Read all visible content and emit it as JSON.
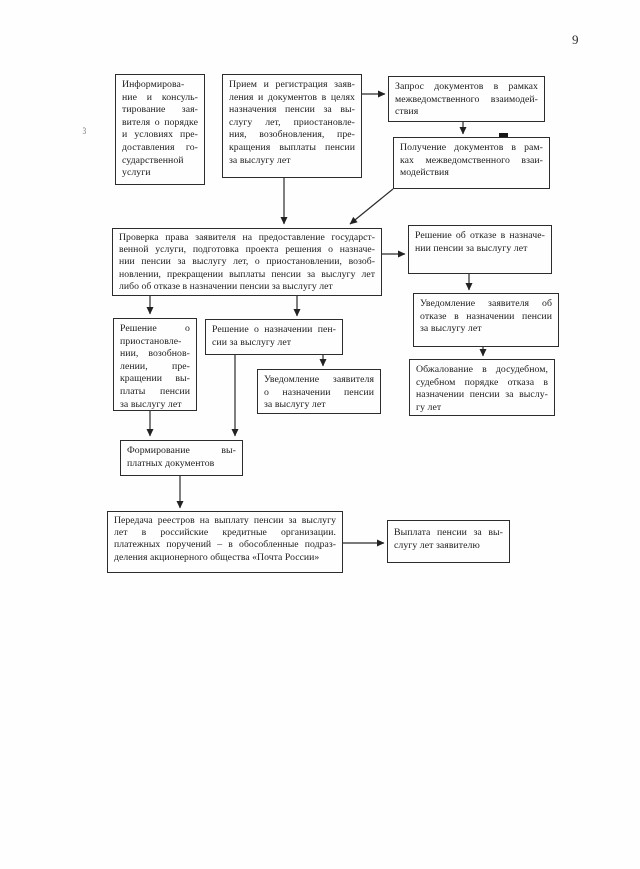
{
  "page": {
    "number": "9",
    "margin_mark": "3"
  },
  "colors": {
    "background": "#fffefe",
    "ink": "#1c1c1c",
    "line": "#2b2b2b"
  },
  "flowchart": {
    "nodes": {
      "informing": {
        "text": "Информирова-\nние и консуль-\nтирование зая-\nвителя о порядке\nи условиях пре-\nдоставления го-\nсударственной\nуслуги"
      },
      "intake": {
        "text": "Прием и регистрация заяв-\nления и документов в целях\nназначения пенсии за вы-\nслугу лет, приостановле-\nния, возобновления, пре-\nкращения выплаты пенсии\nза выслугу лет"
      },
      "request": {
        "text": "Запрос документов в рамках\nмежведомственного взаимодей-\nствия"
      },
      "receive": {
        "text": "Получение документов в рам-\nках межведомственного взаи-\nмодействия"
      },
      "review": {
        "text": "Проверка права заявителя на предоставление государст-\nвенной услуги, подготовка проекта решения о назначе-\nнии пенсии за выслугу лет, о приостановлении, возоб-\nновлении, прекращении выплаты пенсии за выслугу лет\nлибо об отказе в назначении пенсии за выслугу лет"
      },
      "refusal_decision": {
        "text": "Решение об отказе в назначе-\nнии пенсии за выслугу лет"
      },
      "refusal_notice": {
        "text": "Уведомление заявителя об\nотказе в назначении пенсии\nза выслугу лет"
      },
      "appeal": {
        "text": "Обжалование в досудебном,\nсудебном порядке отказа в\nназначении пенсии за выслу-\nгу лет"
      },
      "suspension_decision": {
        "text": "Решение о\nприостановле-\nнии, возобнов-\nлении, пре-\nкращении вы-\nплаты пенсии\nза выслугу лет"
      },
      "award_decision": {
        "text": "Решение о назначении пен-\nсии за выслугу лет"
      },
      "award_notice": {
        "text": "Уведомление заявителя\nо назначении пенсии\nза выслугу лет"
      },
      "payment_docs": {
        "text": "Формирование вы-\nплатных документов"
      },
      "transfer": {
        "text": "Передача реестров на выплату пенсии за выслугу\nлет в российские кредитные организации.\nплатежных поручений – в обособленные подраз-\nделения акционерного общества «Почта России»"
      },
      "payout": {
        "text": "Выплата пенсии за вы-\nслугу лет заявителю"
      }
    }
  }
}
